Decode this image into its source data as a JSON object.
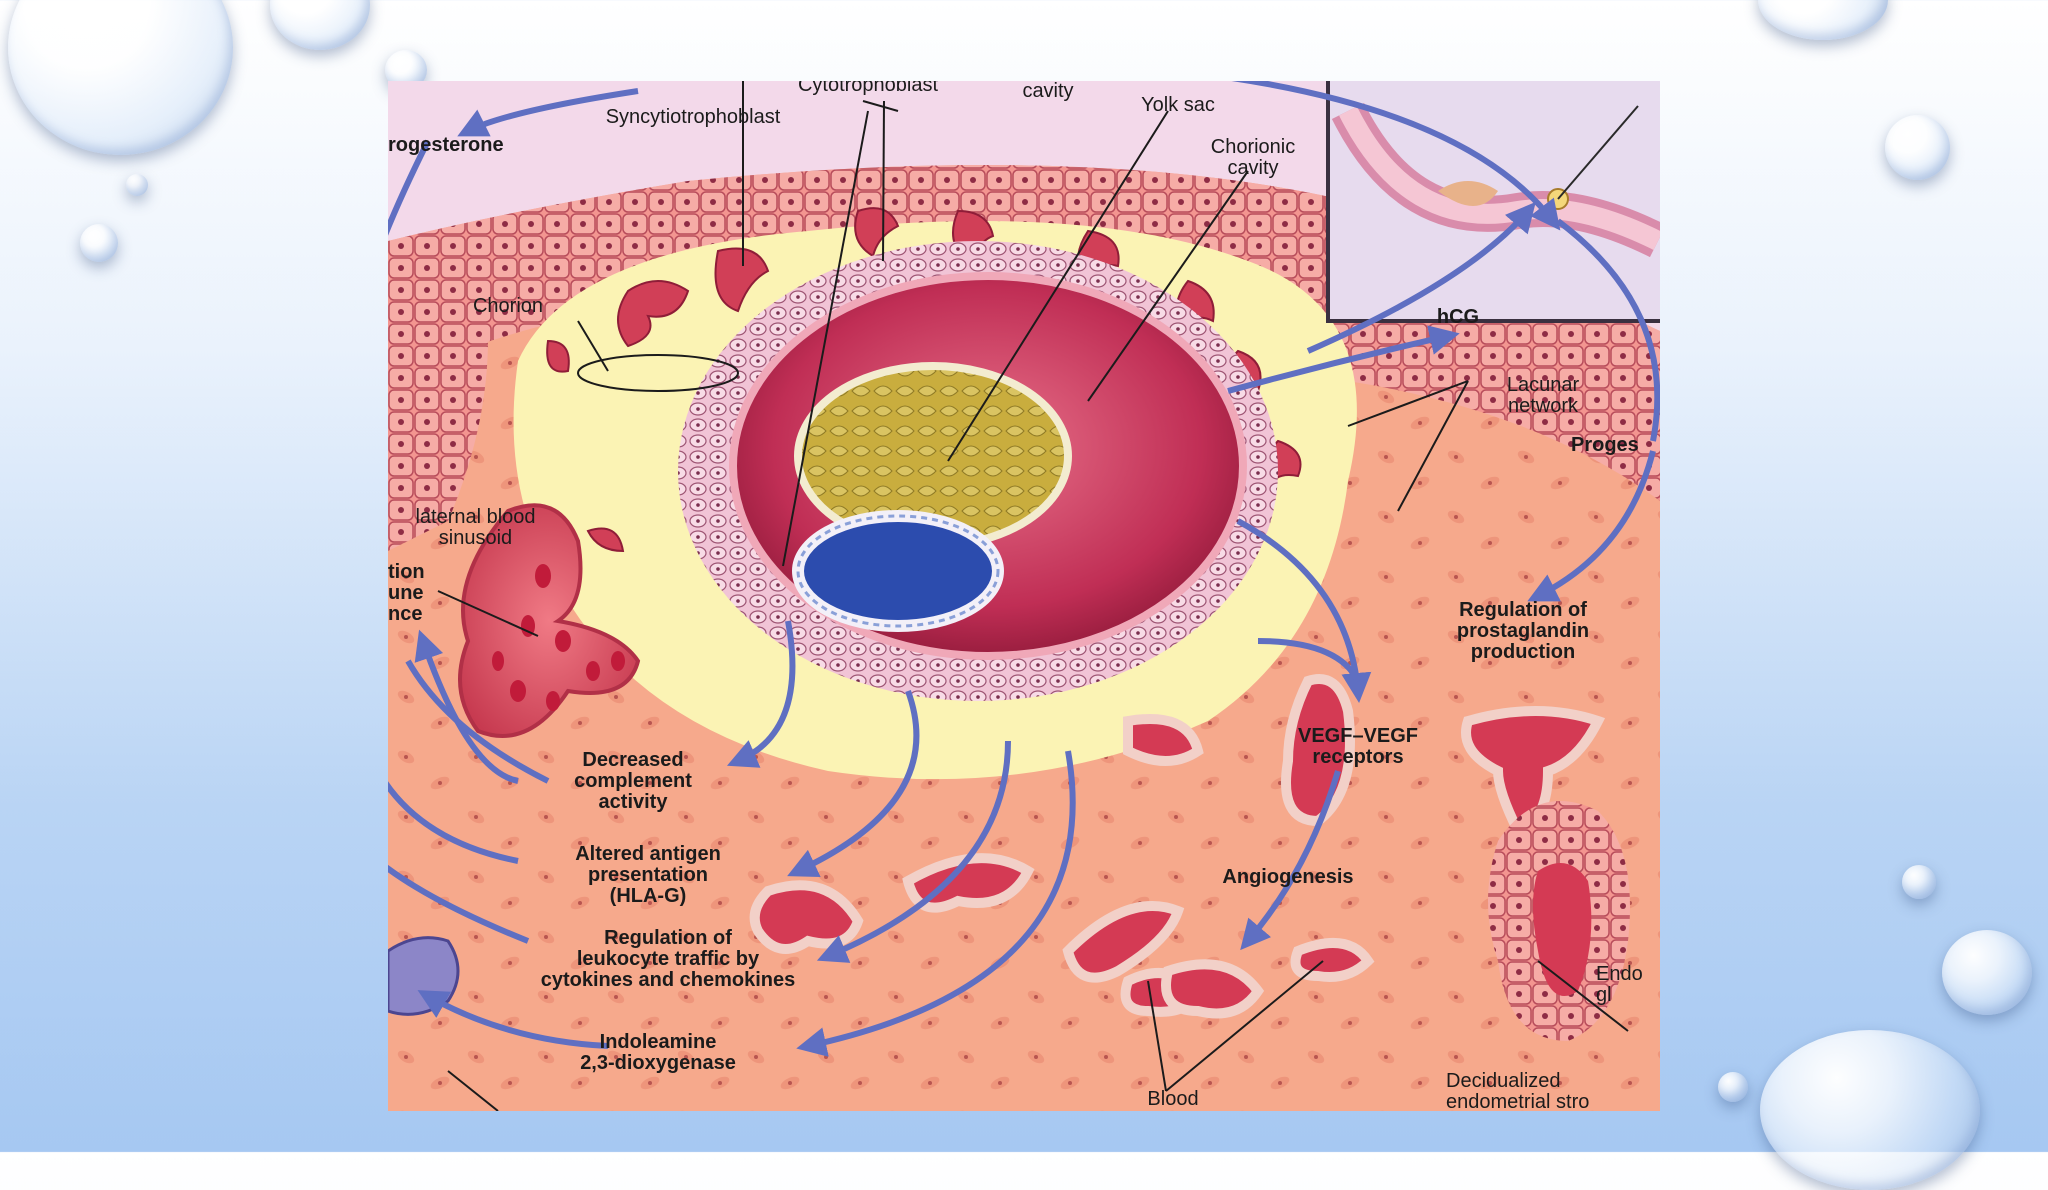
{
  "labels": {
    "cytotrophoblast": "Cytotrophoblast",
    "cavity": "cavity",
    "yolk_sac": "Yolk sac",
    "syncytiotrophoblast": "Syncytiotrophoblast",
    "chorionic_cavity": "Chorionic\ncavity",
    "progesterone_left": "rogesterone",
    "chorion": "Chorion",
    "hcg": "hCG",
    "lacunar_network": "Lacunar\nnetwork",
    "progesterone_right": "Proges",
    "maternal_blood_sinusoid": "laternal blood\nsinusoid",
    "immune_tolerance": "tion\nune\nnce",
    "regulation_prostaglandin": "Regulation of\nprostaglandin\nproduction",
    "decreased_complement": "Decreased\ncomplement\nactivity",
    "vegf": "VEGF–VEGF\nreceptors",
    "altered_antigen": "Altered antigen\npresentation\n(HLA-G)",
    "angiogenesis": "Angiogenesis",
    "regulation_leukocyte": "Regulation of\nleukocyte traffic by\ncytokines and chemokines",
    "endometrial_gland": "Endo\ngl",
    "indoleamine": "Indoleamine\n2,3-dioxygenase",
    "blood": "Blood",
    "decidualized_stroma": "Decidualized\nendometrial stro"
  },
  "colors": {
    "arrow": "#5f6fc2",
    "stroma": "#f6a98c",
    "syncytio_yellow": "#fbf3b4",
    "epithelium": "#f08a8c",
    "cavity_red": "#b8204a",
    "yolk": "#cdb445",
    "amnion_blue": "#2c4cae",
    "background_top": "#ffffff",
    "background_bottom": "#a6c8f2"
  }
}
